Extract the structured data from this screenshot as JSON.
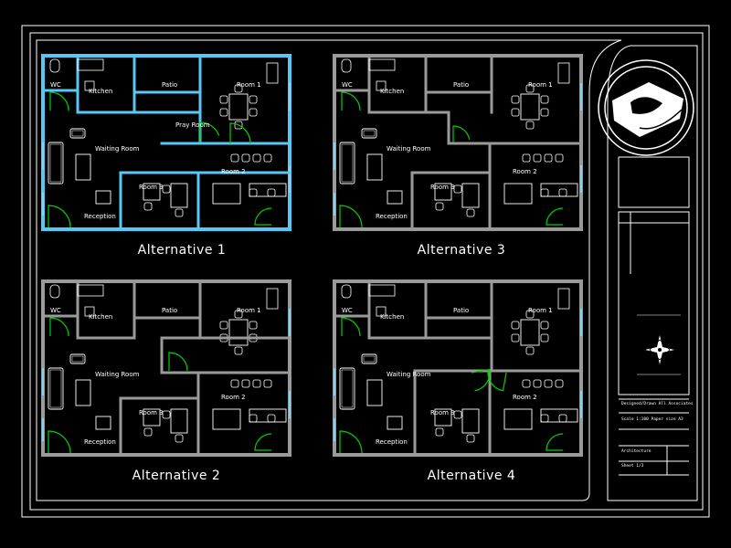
{
  "plans": [
    {
      "title": "Alternative  1",
      "rooms": {
        "wc": "WC",
        "kitchen": "Kitchen",
        "patio": "Patio",
        "room1": "Room 1",
        "pray": "Pray\nRoom",
        "waiting": "Waiting Room",
        "room2": "Room 2",
        "room3": "Room 3",
        "reception": "Reception"
      }
    },
    {
      "title": "Alternative  3",
      "rooms": {
        "wc": "WC",
        "kitchen": "Kitchen",
        "patio": "Patio",
        "room1": "Room 1",
        "waiting": "Waiting Room",
        "room2": "Room 2",
        "room3": "Room 3",
        "reception": "Reception"
      }
    },
    {
      "title": "Alternative  2",
      "rooms": {
        "wc": "WC",
        "kitchen": "Kitchen",
        "patio": "Patio",
        "room1": "Room 1",
        "waiting": "Waiting Room",
        "room2": "Room 2",
        "room3": "Room 3",
        "reception": "Reception"
      }
    },
    {
      "title": "Alternative  4",
      "rooms": {
        "wc": "WC",
        "kitchen": "Kitchen",
        "patio": "Patio",
        "room1": "Room 1",
        "waiting": "Waiting Room",
        "room2": "Room 2",
        "room3": "Room 3",
        "reception": "Reception"
      }
    }
  ],
  "title_block": {
    "designer": "Designed/Drawn All Associates",
    "scale": "Scale 1:100  Paper size A3",
    "architect": "Architecture",
    "sheet_no": "Sheet 1/3"
  },
  "colors": {
    "wall": "#9a9a9a",
    "glass": "#7fd3f7",
    "door": "#00d000",
    "line": "#ffffff",
    "highlight": "#55c8f5"
  }
}
